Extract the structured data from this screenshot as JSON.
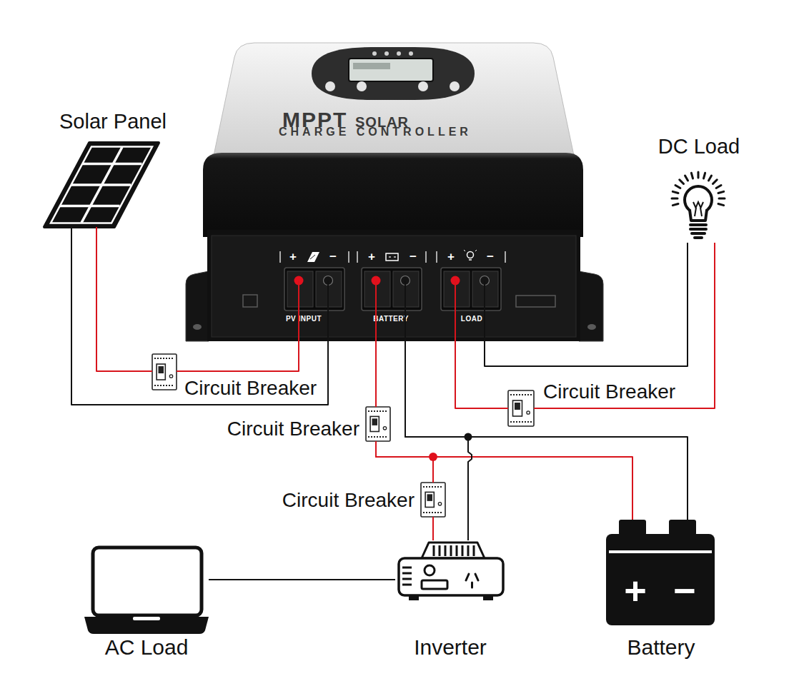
{
  "diagram": {
    "nodes": [
      {
        "text": [
          "Solar Panel"
        ]
      },
      {
        "text": [
          "MPPT",
          "SOLAR",
          "CHARGE CONTROLLER",
          "+",
          "−",
          "+",
          "−",
          "+",
          "−",
          "PV INPUT",
          "BATTERY",
          "LOAD"
        ]
      },
      {
        "text": [
          "DC Load"
        ]
      },
      {
        "text": [
          "Circuit Breaker"
        ]
      },
      {
        "text": [
          "Circuit Breaker"
        ]
      },
      {
        "text": [
          "Circuit Breaker"
        ]
      },
      {
        "text": [
          "Circuit Breaker"
        ]
      },
      {
        "text": [
          "AC Load"
        ]
      },
      {
        "text": [
          "Inverter"
        ]
      },
      {
        "text": [
          "Battery",
          "+",
          "−"
        ]
      }
    ],
    "edges": [
      {
        "from": 0,
        "to": 3,
        "arrow": "none"
      },
      {
        "from": 3,
        "to": 1,
        "arrow": "none"
      },
      {
        "from": 0,
        "to": 1,
        "arrow": "none"
      },
      {
        "from": 1,
        "to": 5,
        "arrow": "none"
      },
      {
        "from": 5,
        "to": 9,
        "arrow": "none"
      },
      {
        "from": 5,
        "to": 6,
        "arrow": "none"
      },
      {
        "from": 6,
        "to": 8,
        "arrow": "none"
      },
      {
        "from": 1,
        "to": 9,
        "arrow": "none"
      },
      {
        "from": 1,
        "to": 8,
        "arrow": "none"
      },
      {
        "from": 1,
        "to": 4,
        "arrow": "none"
      },
      {
        "from": 4,
        "to": 2,
        "arrow": "none"
      },
      {
        "from": 1,
        "to": 2,
        "arrow": "none"
      },
      {
        "from": 7,
        "to": 8,
        "arrow": "none"
      }
    ]
  }
}
